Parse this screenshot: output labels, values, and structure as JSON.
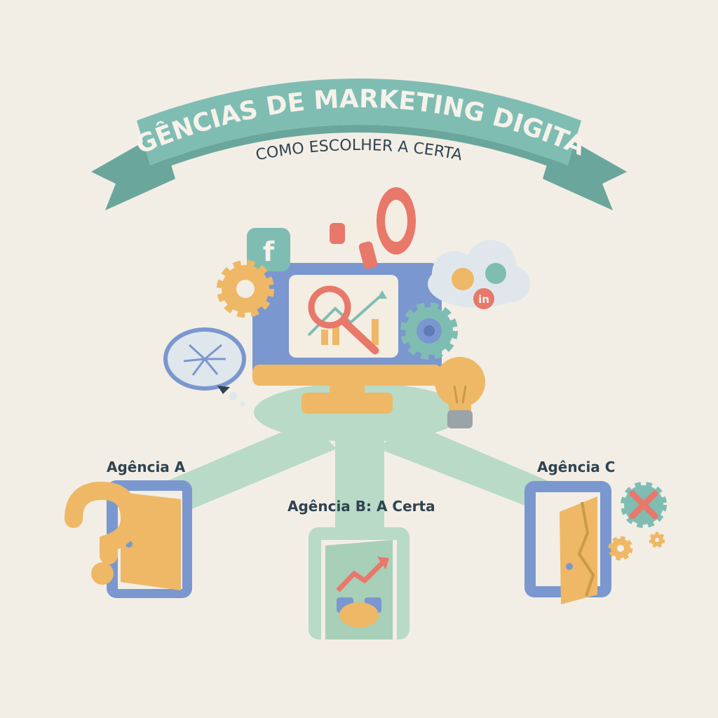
{
  "banner": {
    "title": "AGÊNCIAS DE MARKETING DIGITAL",
    "subtitle": "COMO ESCOLHER A CERTA"
  },
  "paths": {
    "agency_a": "Agência A",
    "agency_b": "Agência B: A Certa",
    "agency_c": "Agência C"
  },
  "icons": {
    "center": "monitor-analytics-icon",
    "megaphone": "megaphone-icon",
    "social": [
      "facebook-icon",
      "twitter-icon",
      "linkedin-icon"
    ],
    "door_a": "question-mark-icon",
    "door_b": "handshake-growth-icon",
    "door_c": "broken-door-x-icon"
  },
  "colors": {
    "background": "#f2eee6",
    "ribbon": "#7fbdb3",
    "path": "#b9dac6",
    "monitor": "#7b97cf",
    "orange": "#eeb866",
    "coral": "#e8786a",
    "text_dark": "#2f4350"
  }
}
